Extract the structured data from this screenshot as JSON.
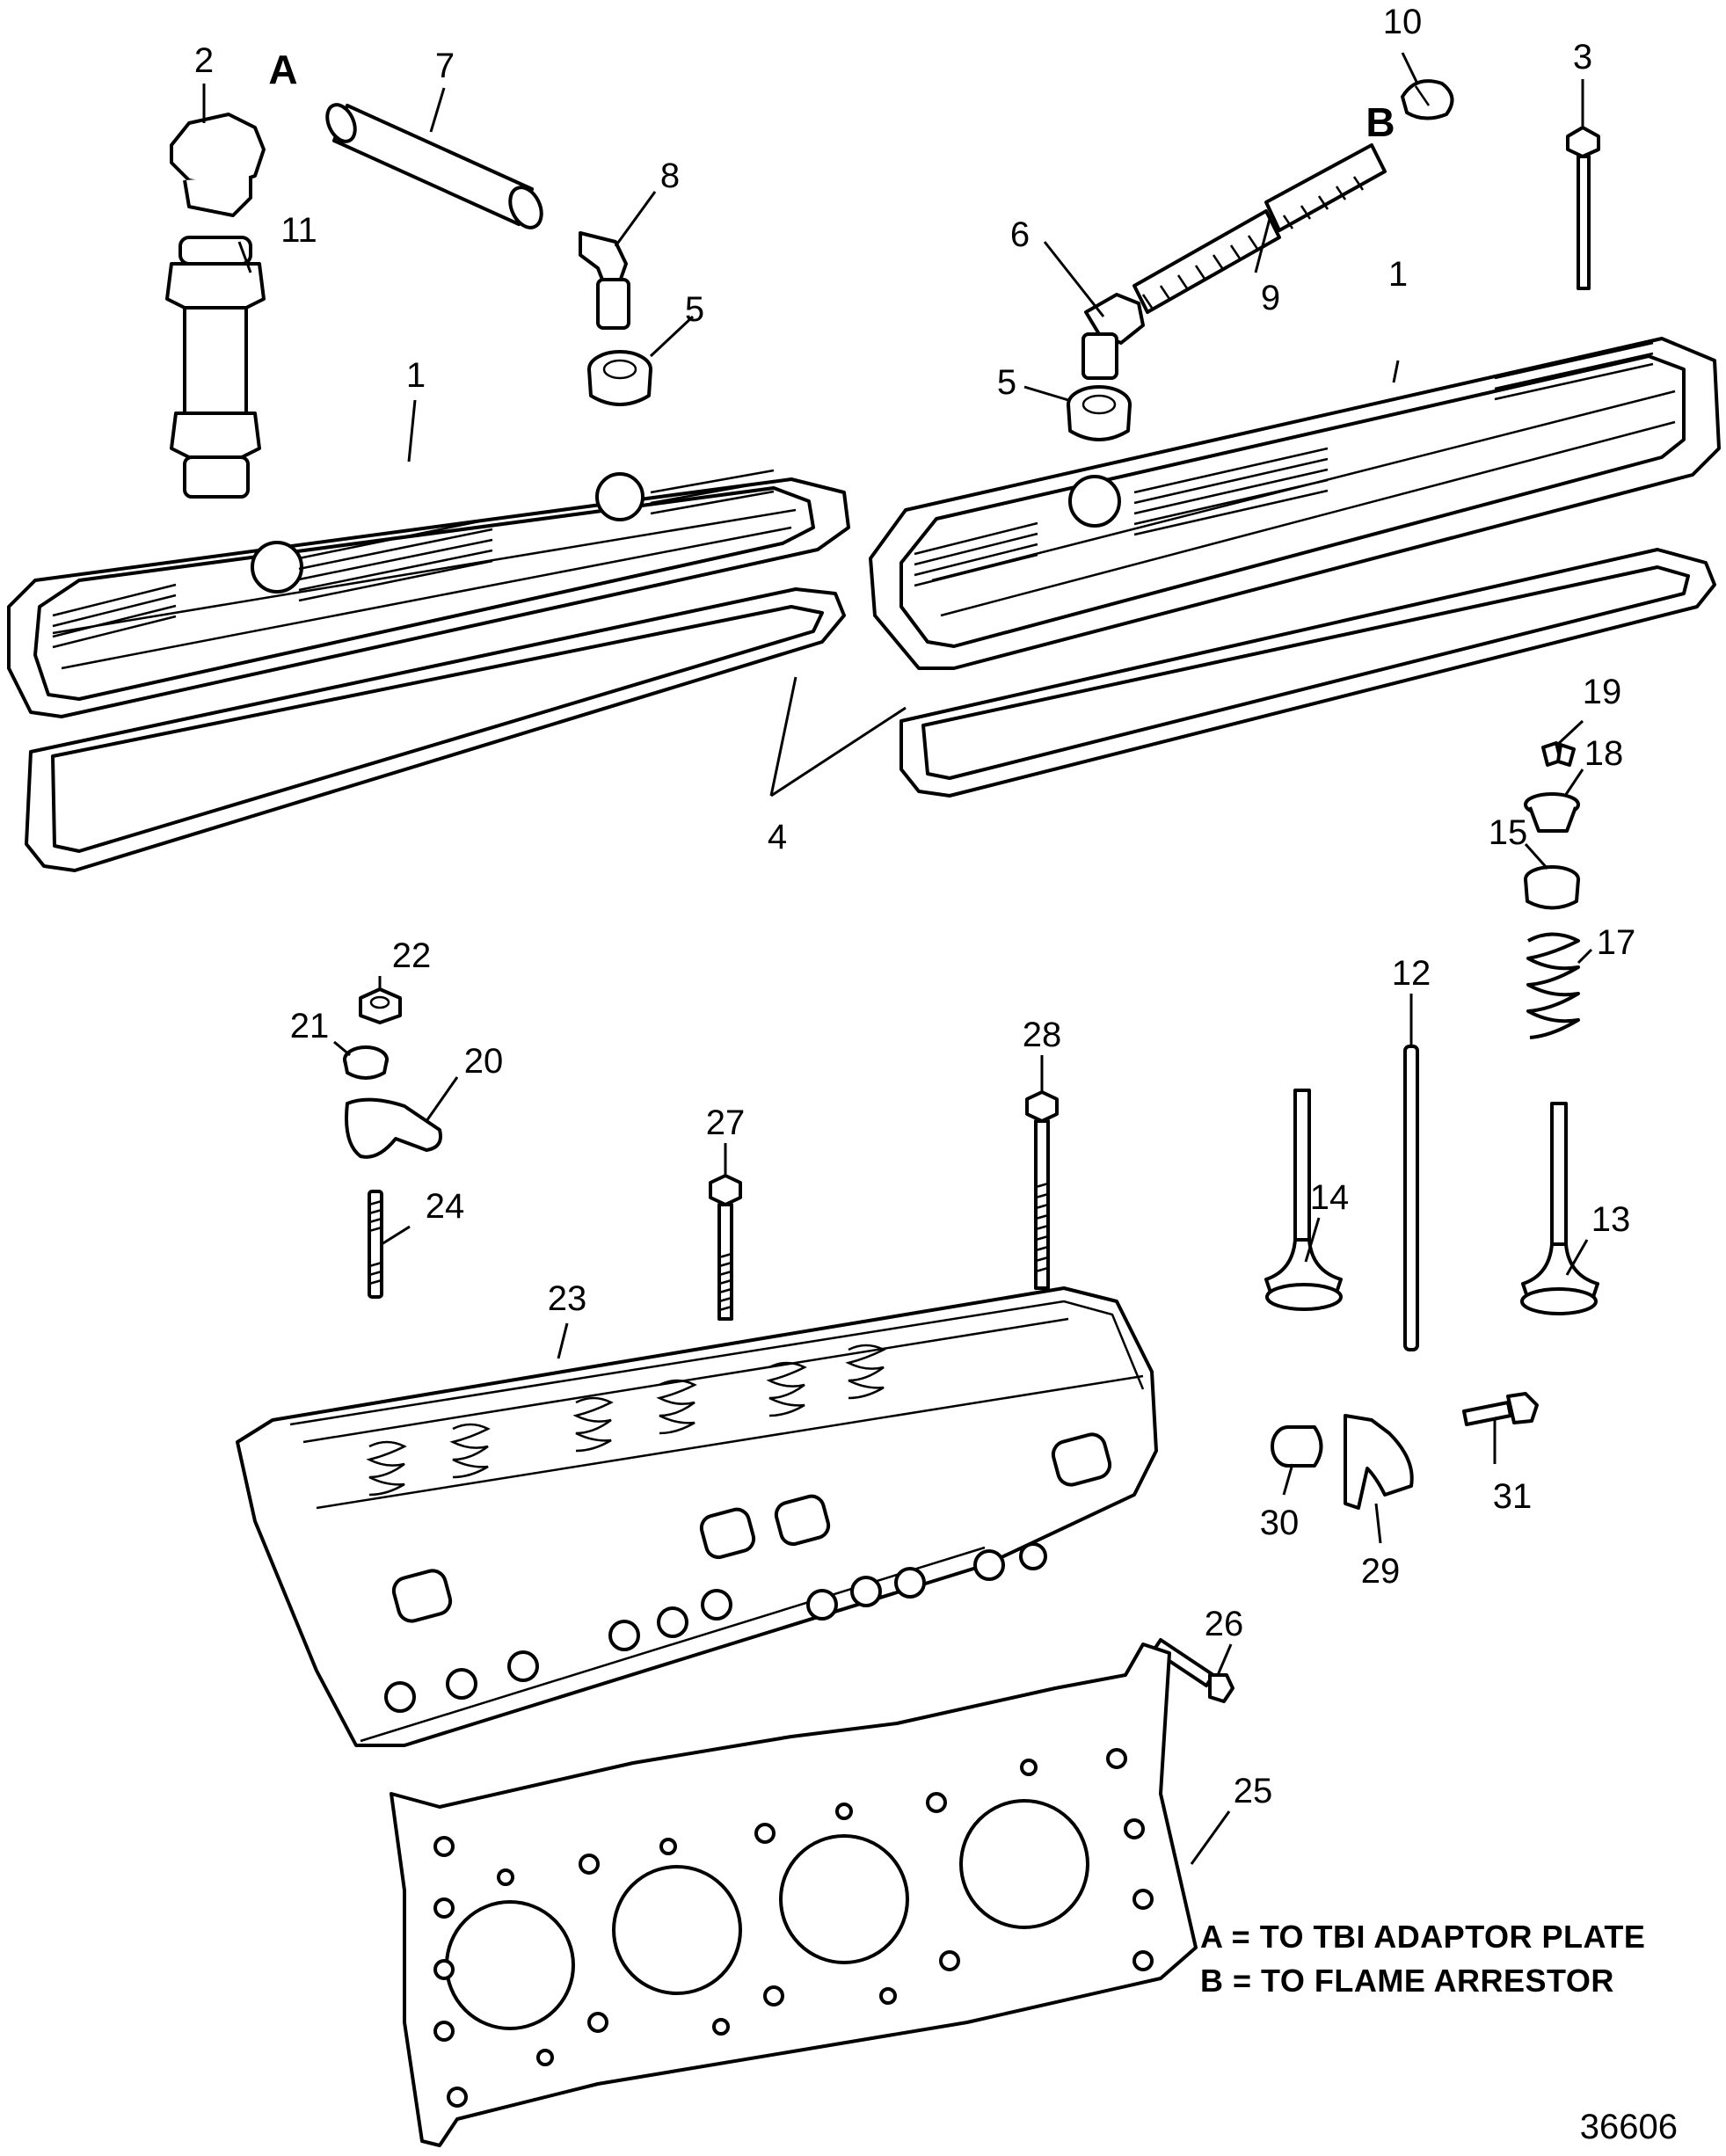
{
  "callouts": [
    "1",
    "1",
    "2",
    "3",
    "4",
    "5",
    "5",
    "6",
    "7",
    "8",
    "9",
    "10",
    "11",
    "12",
    "13",
    "14",
    "15",
    "17",
    "18",
    "19",
    "20",
    "21",
    "22",
    "23",
    "24",
    "25",
    "26",
    "27",
    "28",
    "29",
    "30",
    "31"
  ],
  "view_labels": [
    "A",
    "B"
  ],
  "legend": [
    "A = TO TBI ADAPTOR PLATE",
    "B = TO FLAME ARRESTOR"
  ],
  "figure_number": "36606",
  "parts": {
    "valve_cover_left": "valve-cover",
    "valve_cover_right": "valve-cover",
    "cover_gasket_left": "gasket",
    "cover_gasket_right": "gasket",
    "cylinder_head": "cylinder-head",
    "head_gasket": "head-gasket",
    "oil_fill_cap": "cap",
    "oil_fill_tube": "fill-tube"
  }
}
